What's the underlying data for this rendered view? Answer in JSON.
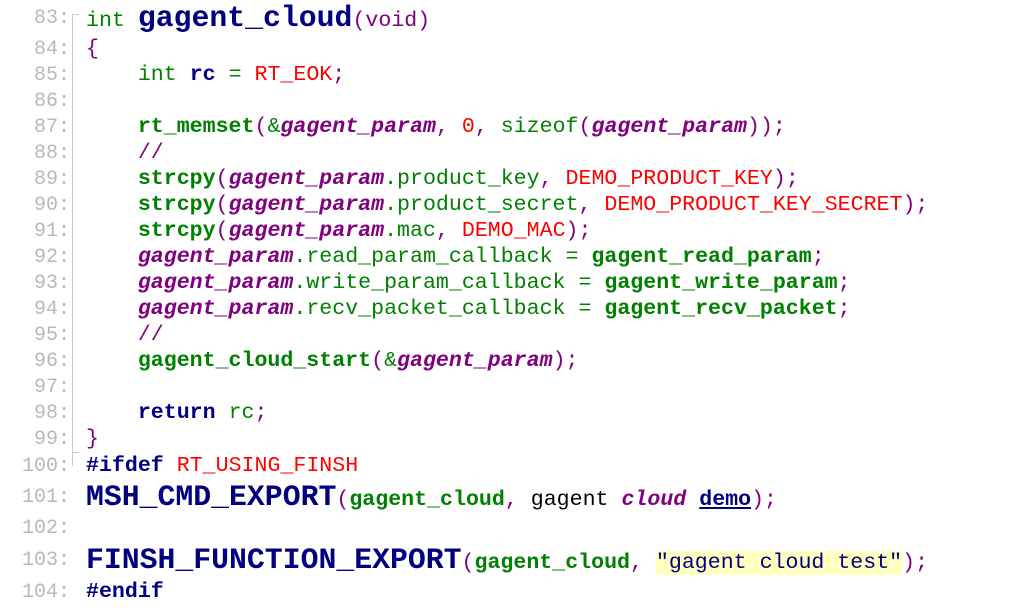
{
  "editor": {
    "lines": [
      {
        "no": "83:",
        "tokens": [
          [
            "int",
            "g"
          ],
          [
            " ",
            "k"
          ],
          [
            "gagent_cloud",
            "big"
          ],
          [
            "(void)",
            "p"
          ]
        ]
      },
      {
        "no": "84:",
        "tokens": [
          [
            "{",
            "p"
          ]
        ]
      },
      {
        "no": "85:",
        "tokens": [
          [
            "    ",
            "k"
          ],
          [
            "int",
            "g"
          ],
          [
            " ",
            "k"
          ],
          [
            "rc",
            "nb"
          ],
          [
            " = ",
            "g"
          ],
          [
            "RT_EOK",
            "r"
          ],
          [
            ";",
            "p"
          ]
        ]
      },
      {
        "no": "86:",
        "tokens": []
      },
      {
        "no": "87:",
        "tokens": [
          [
            "    ",
            "k"
          ],
          [
            "rt_memset",
            "gb"
          ],
          [
            "(",
            "p"
          ],
          [
            "&",
            "g"
          ],
          [
            "gagent_param",
            "pbi"
          ],
          [
            ", ",
            "p"
          ],
          [
            "0",
            "r"
          ],
          [
            ", ",
            "p"
          ],
          [
            "sizeof",
            "g"
          ],
          [
            "(",
            "p"
          ],
          [
            "gagent_param",
            "pbi"
          ],
          [
            "));",
            "p"
          ]
        ]
      },
      {
        "no": "88:",
        "tokens": [
          [
            "    ",
            "k"
          ],
          [
            "//",
            "p"
          ]
        ]
      },
      {
        "no": "89:",
        "tokens": [
          [
            "    ",
            "k"
          ],
          [
            "strcpy",
            "gb"
          ],
          [
            "(",
            "p"
          ],
          [
            "gagent_param",
            "pbi"
          ],
          [
            ".product_key",
            "g"
          ],
          [
            ", ",
            "p"
          ],
          [
            "DEMO_PRODUCT_KEY",
            "r"
          ],
          [
            ");",
            "p"
          ]
        ]
      },
      {
        "no": "90:",
        "tokens": [
          [
            "    ",
            "k"
          ],
          [
            "strcpy",
            "gb"
          ],
          [
            "(",
            "p"
          ],
          [
            "gagent_param",
            "pbi"
          ],
          [
            ".product_secret",
            "g"
          ],
          [
            ", ",
            "p"
          ],
          [
            "DEMO_PRODUCT_KEY_SECRET",
            "r"
          ],
          [
            ");",
            "p"
          ]
        ]
      },
      {
        "no": "91:",
        "tokens": [
          [
            "    ",
            "k"
          ],
          [
            "strcpy",
            "gb"
          ],
          [
            "(",
            "p"
          ],
          [
            "gagent_param",
            "pbi"
          ],
          [
            ".mac",
            "g"
          ],
          [
            ", ",
            "p"
          ],
          [
            "DEMO_MAC",
            "r"
          ],
          [
            ");",
            "p"
          ]
        ]
      },
      {
        "no": "92:",
        "tokens": [
          [
            "    ",
            "k"
          ],
          [
            "gagent_param",
            "pbi"
          ],
          [
            ".read_param_callback = ",
            "g"
          ],
          [
            "gagent_read_param",
            "gb"
          ],
          [
            ";",
            "p"
          ]
        ]
      },
      {
        "no": "93:",
        "tokens": [
          [
            "    ",
            "k"
          ],
          [
            "gagent_param",
            "pbi"
          ],
          [
            ".write_param_callback = ",
            "g"
          ],
          [
            "gagent_write_param",
            "gb"
          ],
          [
            ";",
            "p"
          ]
        ]
      },
      {
        "no": "94:",
        "tokens": [
          [
            "    ",
            "k"
          ],
          [
            "gagent_param",
            "pbi"
          ],
          [
            ".recv_packet_callback = ",
            "g"
          ],
          [
            "gagent_recv_packet",
            "gb"
          ],
          [
            ";",
            "p"
          ]
        ]
      },
      {
        "no": "95:",
        "tokens": [
          [
            "    ",
            "k"
          ],
          [
            "//",
            "p"
          ]
        ]
      },
      {
        "no": "96:",
        "tokens": [
          [
            "    ",
            "k"
          ],
          [
            "gagent_cloud_start",
            "gb"
          ],
          [
            "(",
            "p"
          ],
          [
            "&",
            "g"
          ],
          [
            "gagent_param",
            "pbi"
          ],
          [
            ");",
            "p"
          ]
        ]
      },
      {
        "no": "97:",
        "tokens": []
      },
      {
        "no": "98:",
        "tokens": [
          [
            "    ",
            "k"
          ],
          [
            "return",
            "nb"
          ],
          [
            " ",
            "k"
          ],
          [
            "rc",
            "g"
          ],
          [
            ";",
            "p"
          ]
        ]
      },
      {
        "no": "99:",
        "tokens": [
          [
            "}",
            "p"
          ]
        ]
      },
      {
        "no": "100:",
        "tokens": [
          [
            "#ifdef",
            "nb"
          ],
          [
            " ",
            "k"
          ],
          [
            "RT_USING_FINSH",
            "r"
          ]
        ]
      },
      {
        "no": "101:",
        "tokens": [
          [
            "MSH_CMD_EXPORT",
            "big"
          ],
          [
            "(",
            "p"
          ],
          [
            "gagent_cloud",
            "gb"
          ],
          [
            ", ",
            "p"
          ],
          [
            "gagent ",
            "k"
          ],
          [
            "cloud",
            "pbi"
          ],
          [
            " ",
            "k"
          ],
          [
            "demo",
            "u"
          ],
          [
            ");",
            "p"
          ]
        ]
      },
      {
        "no": "102:",
        "tokens": []
      },
      {
        "no": "103:",
        "tokens": [
          [
            "FINSH_FUNCTION_EXPORT",
            "big"
          ],
          [
            "(",
            "p"
          ],
          [
            "gagent_cloud",
            "gb"
          ],
          [
            ", ",
            "p"
          ],
          [
            "\"gagent cloud test\"",
            "str"
          ],
          [
            ");",
            "p"
          ]
        ]
      },
      {
        "no": "104:",
        "tokens": [
          [
            "#endif",
            "nb"
          ]
        ]
      }
    ]
  }
}
